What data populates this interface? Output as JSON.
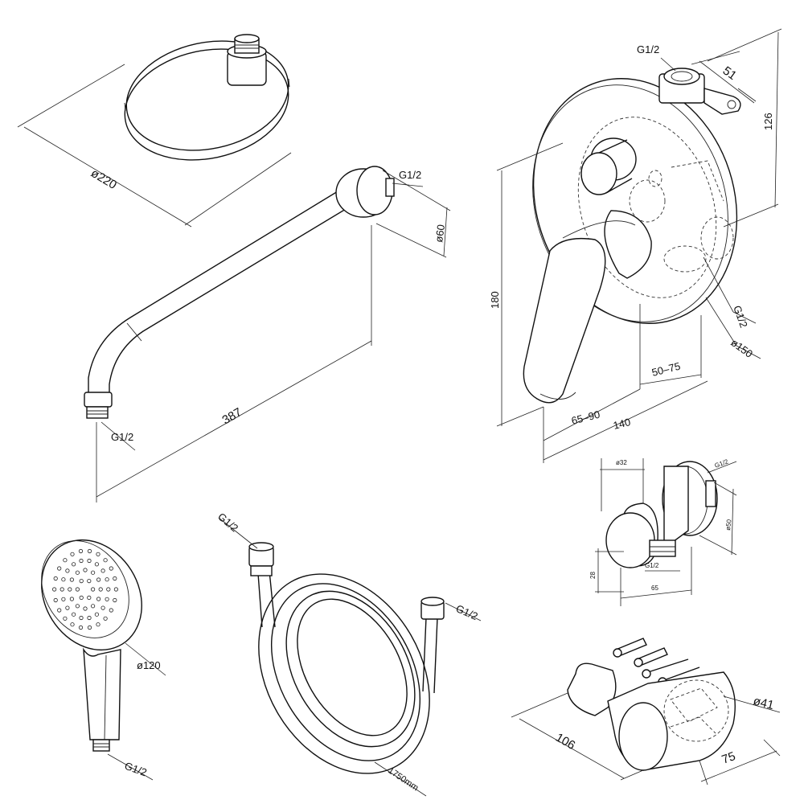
{
  "rain_shower": {
    "dia": "ø220"
  },
  "shower_arm": {
    "thread_top": "G1/2",
    "flange_dia": "ø60",
    "length": "387",
    "thread_bottom": "G1/2"
  },
  "mixer": {
    "thread_top": "G1/2",
    "w_bracket": "51",
    "h_bracket": "126",
    "height": "180",
    "thread_side": "G1/2",
    "plate_dia": "ø150",
    "depth_range": "50–75",
    "handle_range": "65–90",
    "total_depth": "140"
  },
  "outlet": {
    "dia_small": "ø32",
    "thread_top": "G1/2",
    "dia_plate": "ø50",
    "height": "28",
    "thread_bottom": "G1/2",
    "depth": "65"
  },
  "hand_shower": {
    "dia": "ø120",
    "thread": "G1/2"
  },
  "hose": {
    "thread_left": "G1/2",
    "thread_right": "G1/2",
    "length": "1750mm"
  },
  "holder": {
    "dia": "ø41",
    "length": "106",
    "width": "75"
  }
}
